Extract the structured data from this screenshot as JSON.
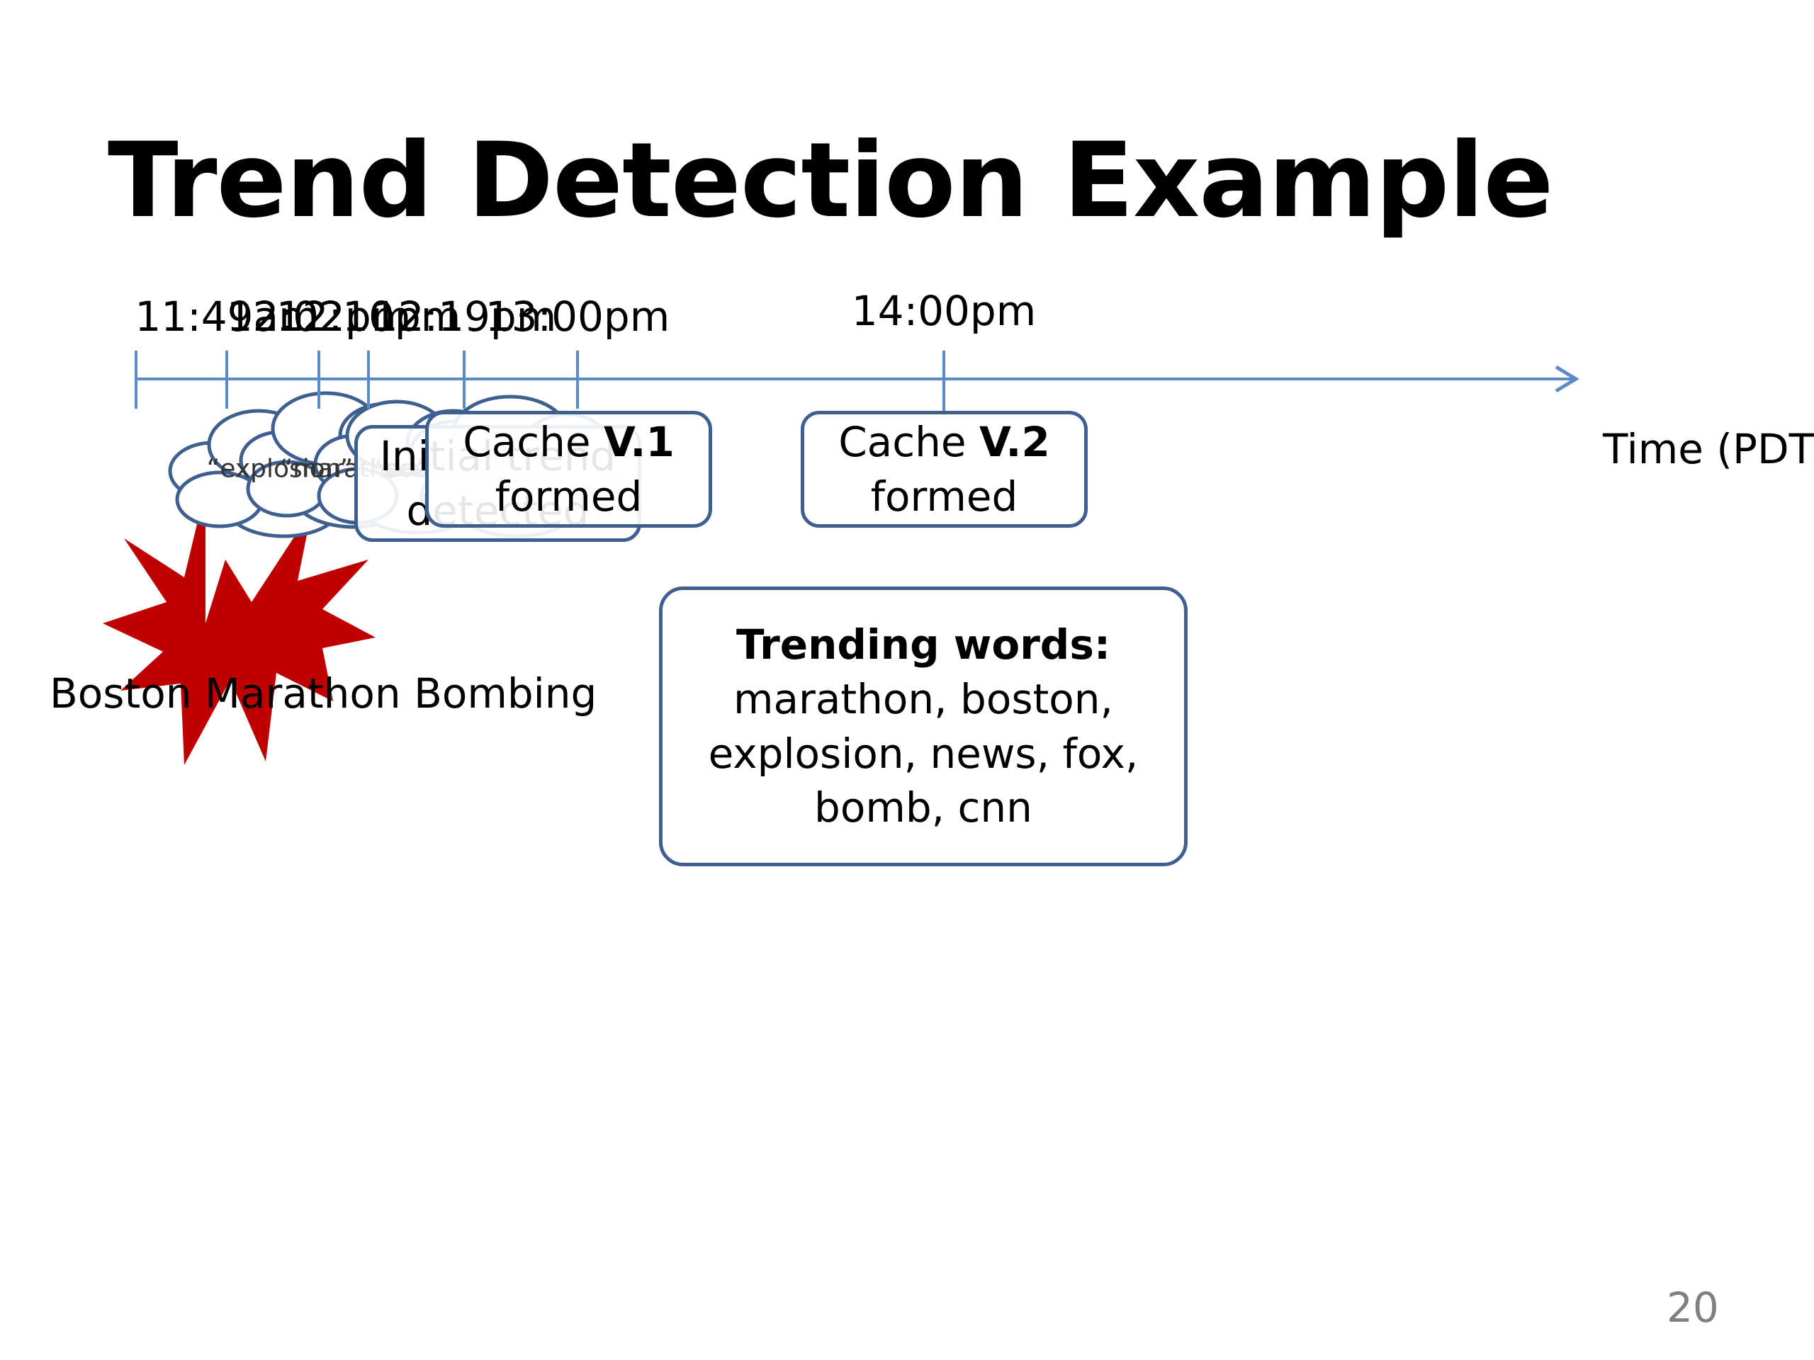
{
  "title": "Trend Detection Example",
  "timeline": {
    "axis_label": "Time (PDT)",
    "ticks": [
      {
        "label": "11:49am"
      },
      {
        "label": "12:02pm"
      },
      {
        "label": "12:10pm"
      },
      {
        "label": "12:19pm"
      },
      {
        "label": "13:00pm"
      },
      {
        "label": "14:00pm"
      }
    ]
  },
  "event": {
    "label": "Boston Marathon Bombing"
  },
  "clouds": [
    {
      "text": "“explosion”"
    },
    {
      "text": "“marathon”"
    },
    {
      "text": "“boston”"
    }
  ],
  "boxes": {
    "initial_trend": {
      "line1": "Initial trend",
      "line2": "detected"
    },
    "cache_v1": {
      "line1_plain": "Cache ",
      "line1_bold": "V.1",
      "line2": "formed"
    },
    "cache_v2": {
      "line1_plain": "Cache ",
      "line1_bold": "V.2",
      "line2": "formed"
    }
  },
  "trending": {
    "heading": "Trending words:",
    "lines": [
      "marathon, boston,",
      "explosion, news, fox,",
      "bomb, cnn"
    ]
  },
  "page_number": "20",
  "colors": {
    "axis": "#5b8ac8",
    "box_border": "#3e5f90",
    "starburst": "#c00000"
  }
}
